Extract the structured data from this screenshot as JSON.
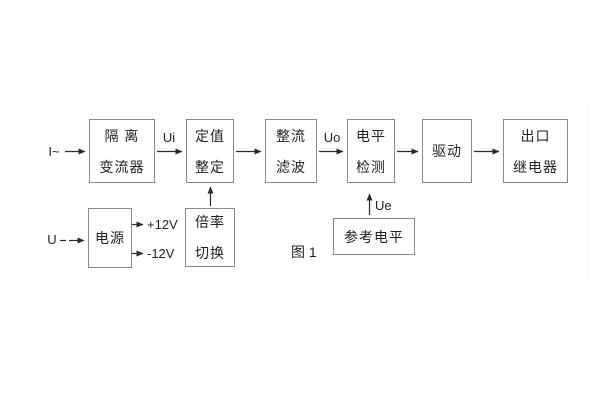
{
  "figure": {
    "caption": "图 1"
  },
  "colors": {
    "page_background": "#fdfdfd",
    "canvas_background": "#ffffff",
    "box_border": "#8a8a8a",
    "text": "#222222",
    "line": "#2a2a2a"
  },
  "blocks": {
    "isolation_transformer": {
      "line1": "隔 离",
      "line2": "变流器"
    },
    "setting_adjust": {
      "line1": "定值",
      "line2": "整定"
    },
    "rectifier_filter": {
      "line1": "整流",
      "line2": "滤波"
    },
    "level_detect": {
      "line1": "电平",
      "line2": "检测"
    },
    "driver": {
      "line1": "驱动"
    },
    "output_relay": {
      "line1": "出口",
      "line2": "继电器"
    },
    "power_supply": {
      "line1": "电源"
    },
    "ratio_switch": {
      "line1": "倍率",
      "line2": "切换"
    },
    "reference_level": {
      "line1": "参考电平"
    }
  },
  "signals": {
    "input_current": "I~",
    "input_voltage": "U",
    "ui": "Ui",
    "uo": "Uo",
    "ue": "Ue",
    "plus_12v": "+12V",
    "minus_12v": "-12V"
  },
  "edges": [
    {
      "from": "I~ input",
      "to": "隔离变流器",
      "label": ""
    },
    {
      "from": "隔离变流器",
      "to": "定值整定",
      "label": "Ui"
    },
    {
      "from": "定值整定",
      "to": "整流滤波",
      "label": ""
    },
    {
      "from": "整流滤波",
      "to": "电平检测",
      "label": "Uo"
    },
    {
      "from": "电平检测",
      "to": "驱动",
      "label": ""
    },
    {
      "from": "驱动",
      "to": "出口继电器",
      "label": ""
    },
    {
      "from": "U input",
      "to": "电源",
      "label": ""
    },
    {
      "from": "电源",
      "to": "+12V 输出",
      "label": "+12V"
    },
    {
      "from": "电源",
      "to": "-12V 输出",
      "label": "-12V"
    },
    {
      "from": "倍率切换",
      "to": "定值整定",
      "label": ""
    },
    {
      "from": "参考电平",
      "to": "电平检测",
      "label": "Ue"
    }
  ]
}
